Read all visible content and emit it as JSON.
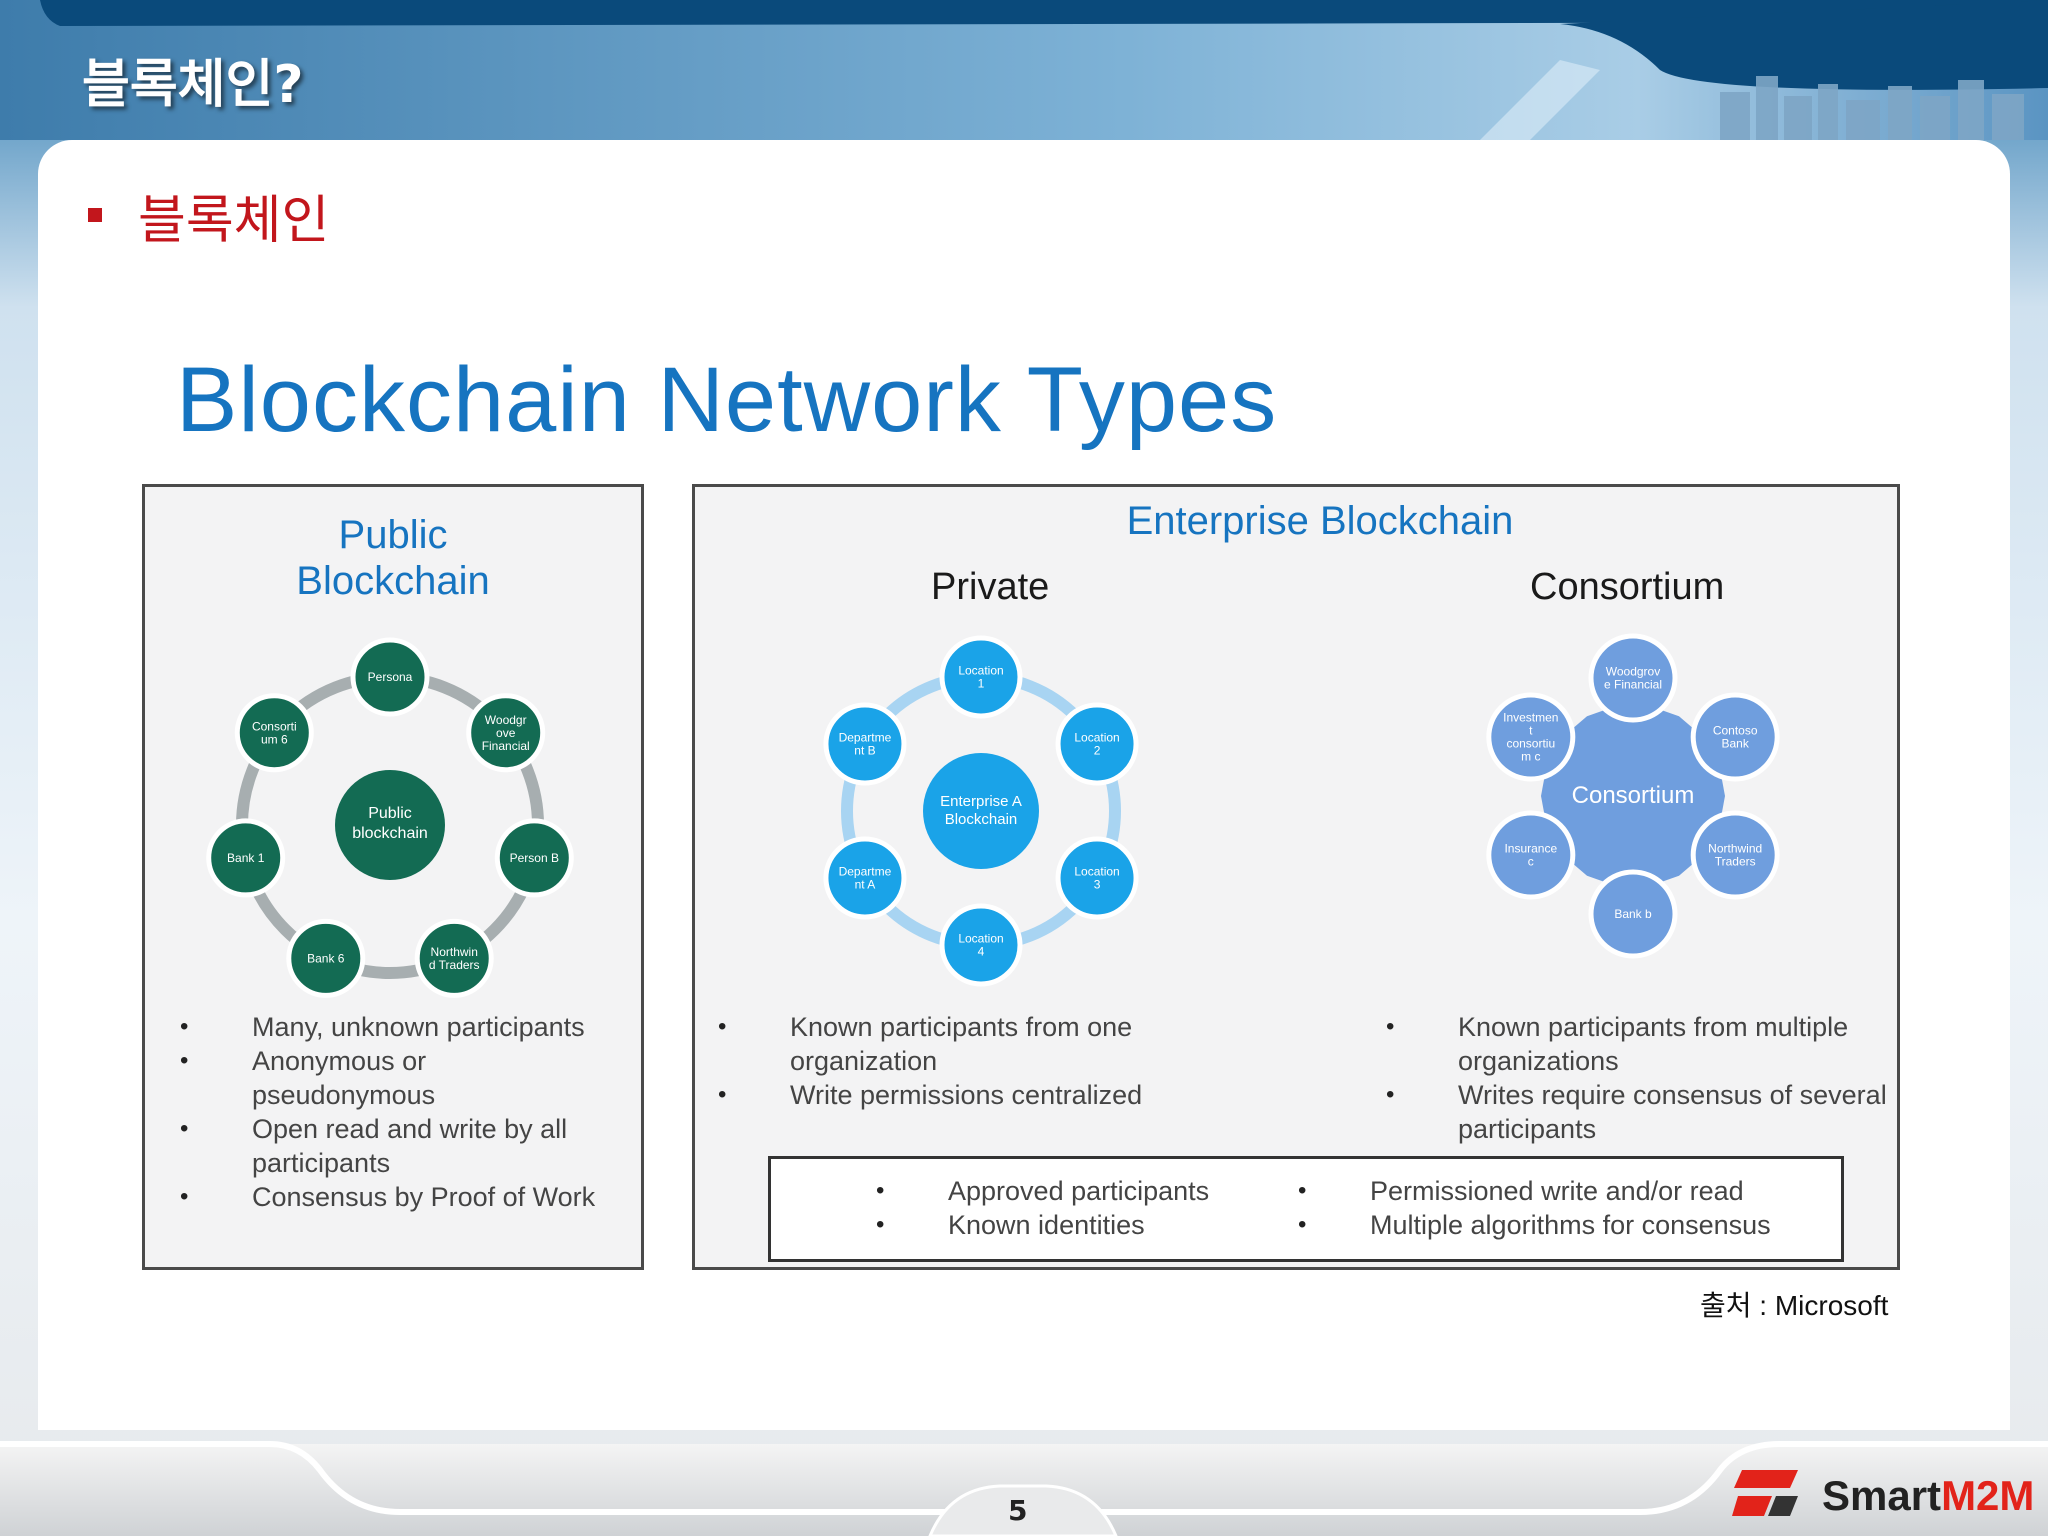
{
  "header": {
    "title": "블록체인?"
  },
  "section": {
    "heading": "블록체인"
  },
  "main_title": "Blockchain Network Types",
  "public": {
    "title_line1": "Public",
    "title_line2": "Blockchain",
    "center": [
      "Public",
      "blockchain"
    ],
    "nodes": [
      [
        "Persona"
      ],
      [
        "Woodgr",
        "ove",
        "Financial"
      ],
      [
        "Person B"
      ],
      [
        "Northwin",
        "d Traders"
      ],
      [
        "Bank 6"
      ],
      [
        "Bank 1"
      ],
      [
        "Consorti",
        "um 6"
      ]
    ],
    "bullets": [
      "Many, unknown participants",
      "Anonymous or pseudonymous",
      "Open read and write by all participants",
      "Consensus by Proof of Work"
    ]
  },
  "enterprise": {
    "title": "Enterprise Blockchain",
    "private": {
      "title": "Private",
      "center": [
        "Enterprise A",
        "Blockchain"
      ],
      "nodes": [
        [
          "Location",
          "1"
        ],
        [
          "Location",
          "2"
        ],
        [
          "Location",
          "3"
        ],
        [
          "Location",
          "4"
        ],
        [
          "Departme",
          "nt A"
        ],
        [
          "Departme",
          "nt B"
        ]
      ],
      "bullets": [
        "Known participants from one organization",
        "Write permissions centralized"
      ]
    },
    "consortium": {
      "title": "Consortium",
      "center": "Consortium",
      "nodes": [
        [
          "Woodgrov",
          "e Financial"
        ],
        [
          "Contoso",
          "Bank"
        ],
        [
          "Northwind",
          "Traders"
        ],
        [
          "Bank b"
        ],
        [
          "Insurance",
          "c"
        ],
        [
          "Investmen",
          "t",
          "consortiu",
          "m c"
        ]
      ],
      "bullets": [
        "Known participants from multiple organizations",
        "Writes require consensus of several participants"
      ]
    },
    "shared_left": [
      "Approved participants",
      "Known identities"
    ],
    "shared_right": [
      "Permissioned write and/or read",
      "Multiple algorithms for consensus"
    ]
  },
  "source": "출처 : Microsoft",
  "footer": {
    "page": "5",
    "brand_left": "Smart",
    "brand_right": "M2M"
  },
  "colors": {
    "accent_red": "#c2161c",
    "title_blue": "#1674c0",
    "public_green": "#136b53",
    "private_blue": "#1aa3e8",
    "consortium_blue": "#6f9ede"
  }
}
